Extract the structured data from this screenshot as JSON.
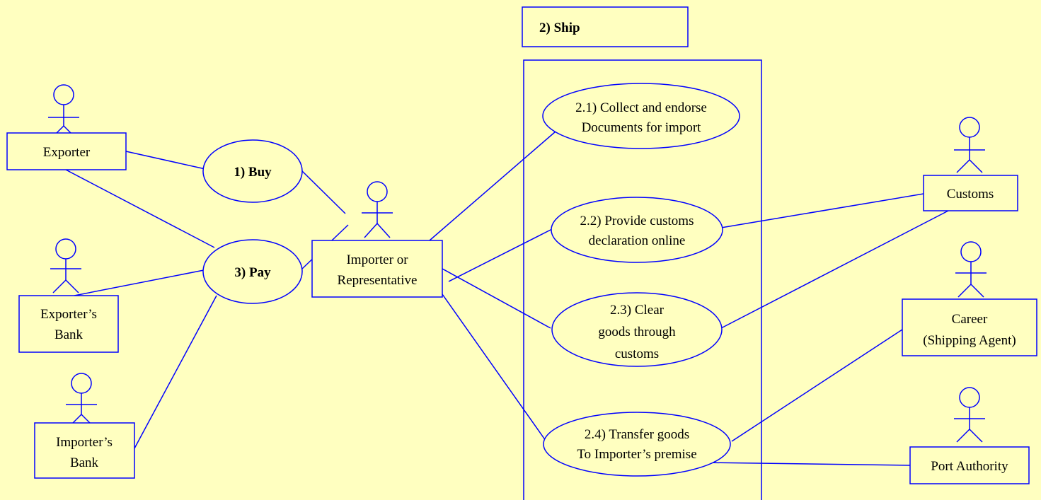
{
  "ship_label": "2) Ship",
  "use_cases": {
    "buy": "1) Buy",
    "pay": "3) Pay",
    "collect": [
      "2.1) Collect and endorse",
      "Documents for import"
    ],
    "declare": [
      "2.2) Provide customs",
      "declaration online"
    ],
    "clear": [
      "2.3) Clear",
      "goods through",
      "customs"
    ],
    "transfer": [
      "2.4) Transfer goods",
      "To Importer’s premise"
    ]
  },
  "actors": {
    "exporter": [
      "Exporter"
    ],
    "exporters_bank": [
      "Exporter’s",
      "Bank"
    ],
    "importers_bank": [
      "Importer’s",
      "Bank"
    ],
    "importer": [
      "Importer  or",
      "Representative"
    ],
    "customs": [
      "Customs"
    ],
    "career": [
      "Career",
      "(Shipping Agent)"
    ],
    "port_authority": [
      "Port Authority"
    ]
  },
  "colors": {
    "line": "#0000FF",
    "background": "#FFFFC0"
  }
}
